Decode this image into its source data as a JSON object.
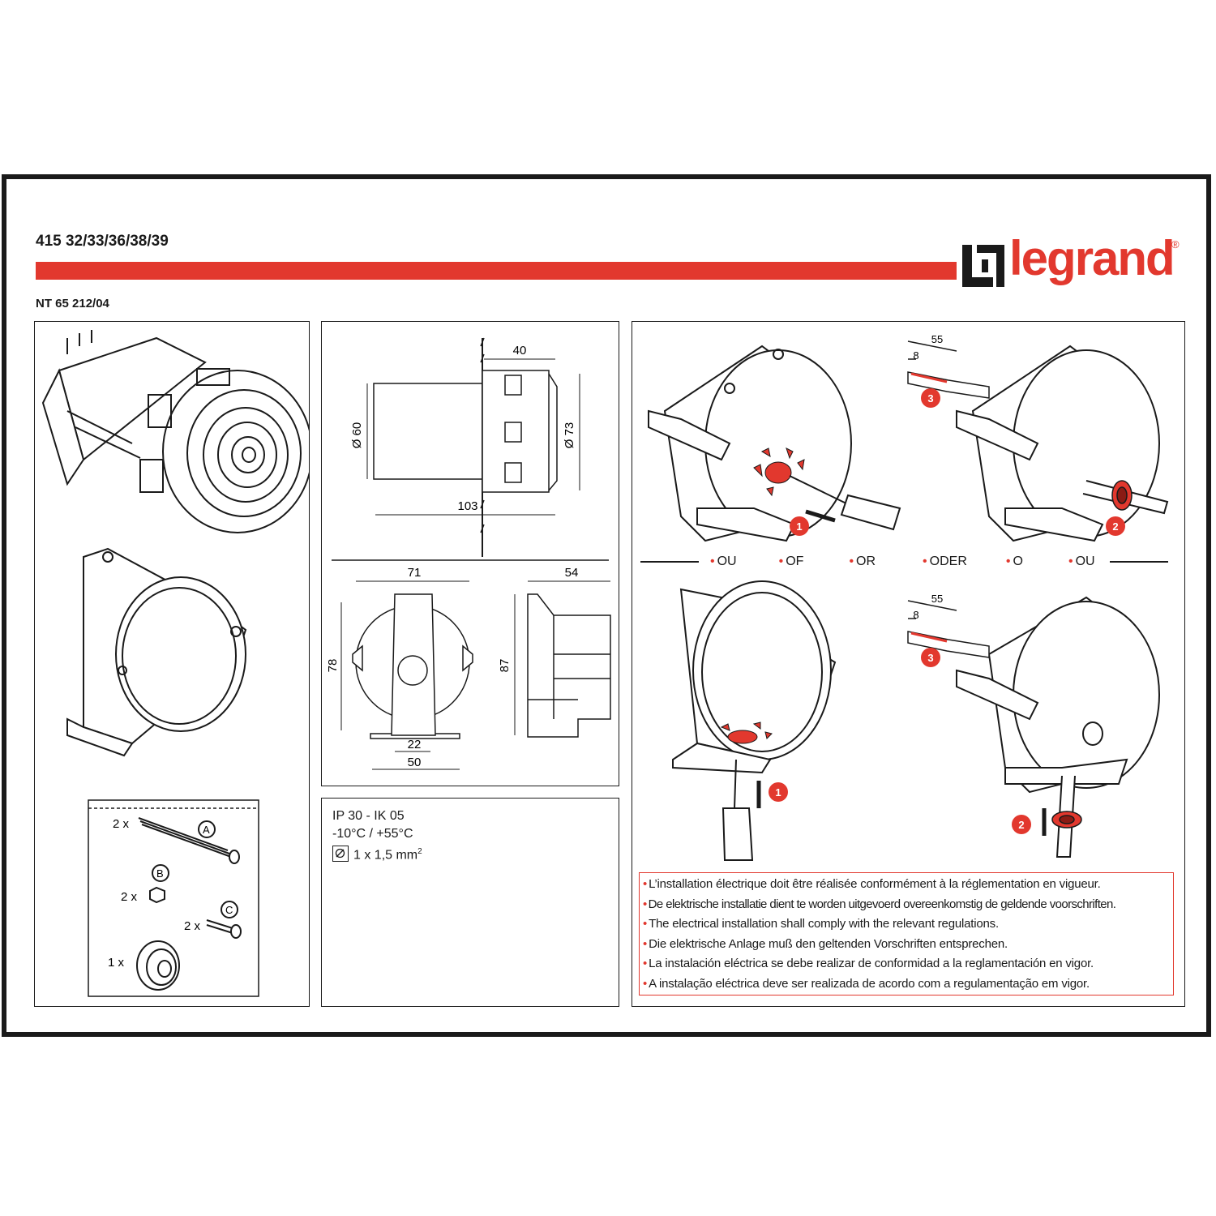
{
  "header": {
    "product_codes": "415 32/33/36/38/39",
    "notice_code": "NT 65 212/04",
    "brand": "legrand",
    "registered": "®"
  },
  "dimensions": {
    "depth_front": "40",
    "dia_body": "Ø 60",
    "dia_front": "Ø 73",
    "length_total": "103",
    "width_base": "71",
    "height_base": "78",
    "depth_base": "54",
    "height_total": "87",
    "hole_spacing": "22",
    "foot_width": "50"
  },
  "kit": {
    "screw_a_qty": "2 x",
    "screw_a_label": "A",
    "nut_b_qty": "2 x",
    "nut_b_label": "B",
    "screw_c_qty": "2 x",
    "screw_c_label": "C",
    "grommet_qty": "1 x"
  },
  "specs": {
    "protection": "IP 30 - IK 05",
    "temperature": "-10°C / +55°C",
    "wire": "1 x 1,5 mm",
    "wire_sup": "2"
  },
  "steps": {
    "strip_total": "55",
    "strip_end": "8",
    "step1": "1",
    "step2": "2",
    "step3": "3"
  },
  "or_labels": [
    "OU",
    "OF",
    "OR",
    "ODER",
    "O",
    "OU"
  ],
  "notes": [
    "L’installation électrique doit être réalisée conformément à la réglementation en vigueur.",
    "De elektrische installatie dient te worden uitgevoerd overeenkomstig de geldende voorschriften.",
    "The electrical installation shall comply with the relevant regulations.",
    "Die elektrische Anlage muß den geltenden Vorschriften entsprechen.",
    "La instalación eléctrica se debe realizar de conformidad a la reglamentación en vigor.",
    "A instalação eléctrica deve ser realizada de acordo com a regulamentação em vigor."
  ],
  "colors": {
    "accent": "#e2382e",
    "ink": "#1a1a1a"
  }
}
